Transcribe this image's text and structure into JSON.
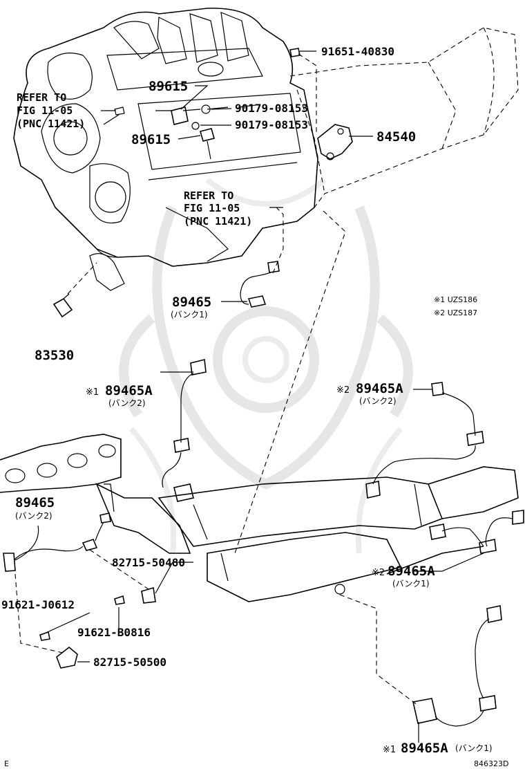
{
  "parts": {
    "p91651": "91651-40830",
    "p89615_top": "89615",
    "p90179_a": "90179-08153",
    "p90179_b": "90179-08153",
    "p89615_mid": "89615",
    "p84540": "84540",
    "p89465_bank1": "89465",
    "p83530": "83530",
    "p89465A_a": "89465A",
    "p89465A_b": "89465A",
    "p89465_bank2": "89465",
    "p82715_50480": "82715-50480",
    "p89465A_c": "89465A",
    "p91621_J0612": "91621-J0612",
    "p91621_B0816": "91621-B0816",
    "p82715_50500": "82715-50500",
    "p89465A_d": "89465A"
  },
  "refer_left": {
    "line1": "REFER TO",
    "line2": "FIG 11-05",
    "line3": "(PNC 11421)"
  },
  "refer_center": {
    "line1": "REFER TO",
    "line2": "FIG 11-05",
    "line3": "(PNC 11421)"
  },
  "sub_labels": {
    "bank1_a": "(バンク1)",
    "bank2_a": "(バンク2)",
    "bank2_b": "(バンク2)",
    "bank2_c": "(バンク2)",
    "bank1_b": "(バンク1)",
    "bank1_c": "(バンク1)"
  },
  "marks": {
    "m1": "※1",
    "m2": "※2"
  },
  "legend": {
    "l1": "※1 UZS186",
    "l2": "※2 UZS187"
  },
  "footer": {
    "left": "E",
    "code": "846323D"
  }
}
